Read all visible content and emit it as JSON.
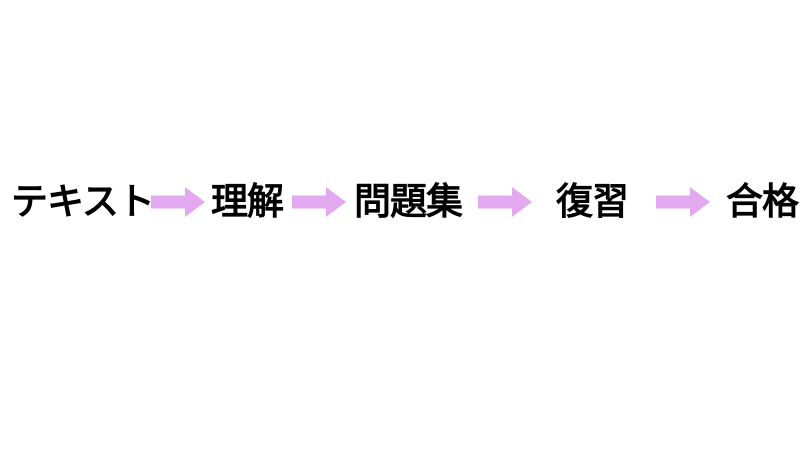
{
  "page": {
    "background_color": "#ffffff",
    "text_color": "#000000"
  },
  "flow": {
    "arrow_color": "#e2a9f0",
    "arrow_icon": "right-block-arrow",
    "steps": [
      {
        "label": "テキスト"
      },
      {
        "label": "理解"
      },
      {
        "label": "問題集"
      },
      {
        "label": "復習"
      },
      {
        "label": "合格"
      }
    ]
  }
}
